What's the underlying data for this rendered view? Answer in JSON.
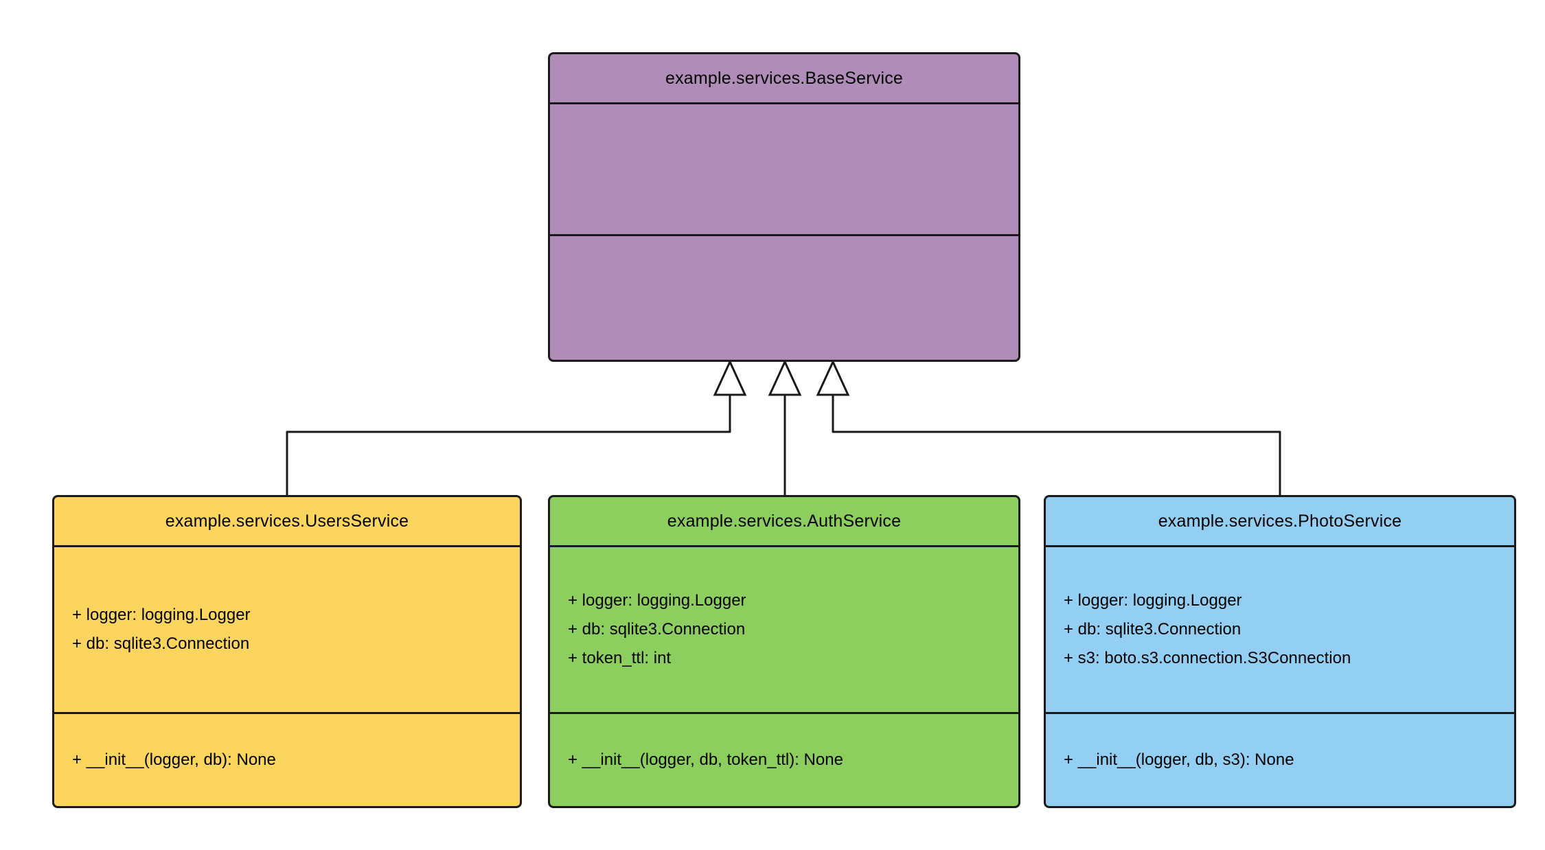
{
  "diagram": {
    "background": "#ffffff",
    "border_color": "#1a1a1a",
    "classes": [
      {
        "id": "BaseService",
        "title": "example.services.BaseService",
        "color": "#b08cb8",
        "attributes": [],
        "methods": []
      },
      {
        "id": "UsersService",
        "title": "example.services.UsersService",
        "color": "#fbd55e",
        "attributes": [
          "+ logger: logging.Logger",
          "+ db: sqlite3.Connection"
        ],
        "methods": [
          "+ __init__(logger, db): None"
        ]
      },
      {
        "id": "AuthService",
        "title": "example.services.AuthService",
        "color": "#8dcf5e",
        "attributes": [
          "+ logger: logging.Logger",
          "+ db: sqlite3.Connection",
          "+ token_ttl: int"
        ],
        "methods": [
          "+ __init__(logger, db, token_ttl): None"
        ]
      },
      {
        "id": "PhotoService",
        "title": "example.services.PhotoService",
        "color": "#92cff2",
        "attributes": [
          "+ logger: logging.Logger",
          "+ db: sqlite3.Connection",
          "+ s3: boto.s3.connection.S3Connection"
        ],
        "methods": [
          "+ __init__(logger, db, s3): None"
        ]
      }
    ],
    "relations": [
      {
        "type": "inheritance",
        "from": "UsersService",
        "to": "BaseService"
      },
      {
        "type": "inheritance",
        "from": "AuthService",
        "to": "BaseService"
      },
      {
        "type": "inheritance",
        "from": "PhotoService",
        "to": "BaseService"
      }
    ]
  }
}
